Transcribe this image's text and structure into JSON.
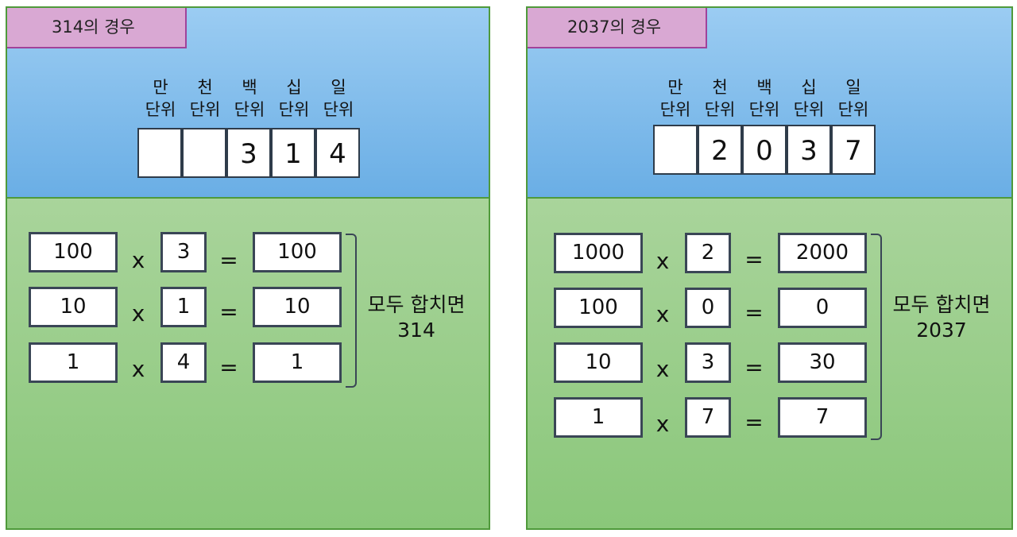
{
  "panels": [
    {
      "title": "314의 경우",
      "places": [
        {
          "top": "만",
          "bottom": "단위"
        },
        {
          "top": "천",
          "bottom": "단위"
        },
        {
          "top": "백",
          "bottom": "단위"
        },
        {
          "top": "십",
          "bottom": "단위"
        },
        {
          "top": "일",
          "bottom": "단위"
        }
      ],
      "digits": [
        "",
        "",
        "3",
        "1",
        "4"
      ],
      "rows": [
        {
          "base": "100",
          "times": "x",
          "digit": "3",
          "equals": "=",
          "result": "100"
        },
        {
          "base": "10",
          "times": "x",
          "digit": "1",
          "equals": "=",
          "result": "10"
        },
        {
          "base": "1",
          "times": "x",
          "digit": "4",
          "equals": "=",
          "result": "1"
        }
      ],
      "summary": {
        "line1": "모두 합치면",
        "line2": "314"
      }
    },
    {
      "title": "2037의 경우",
      "places": [
        {
          "top": "만",
          "bottom": "단위"
        },
        {
          "top": "천",
          "bottom": "단위"
        },
        {
          "top": "백",
          "bottom": "단위"
        },
        {
          "top": "십",
          "bottom": "단위"
        },
        {
          "top": "일",
          "bottom": "단위"
        }
      ],
      "digits": [
        "",
        "2",
        "0",
        "3",
        "7"
      ],
      "rows": [
        {
          "base": "1000",
          "times": "x",
          "digit": "2",
          "equals": "=",
          "result": "2000"
        },
        {
          "base": "100",
          "times": "x",
          "digit": "0",
          "equals": "=",
          "result": "0"
        },
        {
          "base": "10",
          "times": "x",
          "digit": "3",
          "equals": "=",
          "result": "30"
        },
        {
          "base": "1",
          "times": "x",
          "digit": "7",
          "equals": "=",
          "result": "7"
        }
      ],
      "summary": {
        "line1": "모두 합치면",
        "line2": "2037"
      }
    }
  ]
}
